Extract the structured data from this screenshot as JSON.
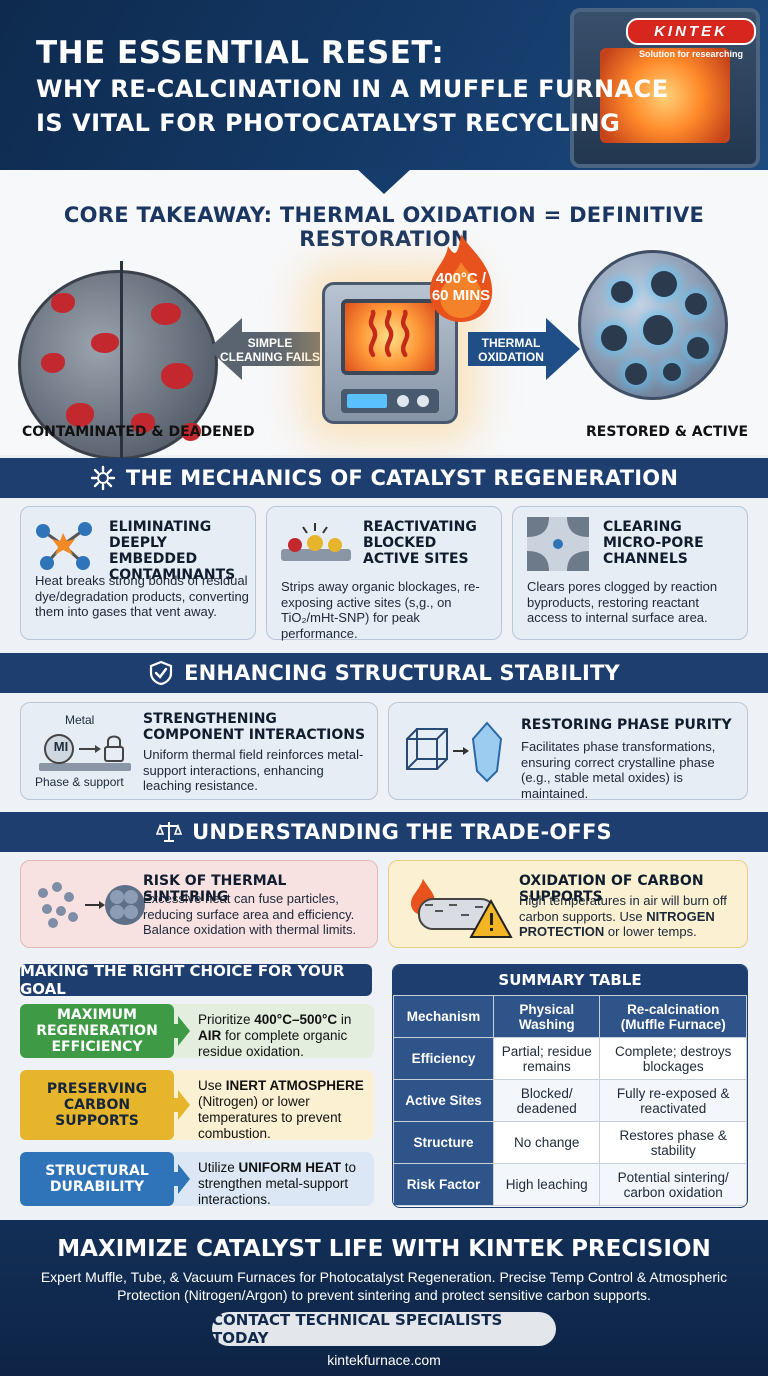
{
  "header": {
    "title_line1": "THE ESSENTIAL RESET:",
    "title_line2": "WHY RE-CALCINATION IN A MUFFLE FURNACE",
    "title_line3": "IS VITAL FOR PHOTOCATALYST RECYCLING",
    "brand_logo": "KINTEK",
    "brand_tagline": "Solution for researching"
  },
  "core": {
    "title": "CORE TAKEAWAY: THERMAL OXIDATION = DEFINITIVE RESTORATION",
    "left_caption": "CONTAMINATED & DEADENED",
    "right_caption": "RESTORED & ACTIVE",
    "left_arrow_label": [
      "SIMPLE",
      "CLEANING FAILS"
    ],
    "right_arrow_label": [
      "THERMAL",
      "OXIDATION"
    ],
    "flame_label": [
      "400°C /",
      "60 MINS"
    ]
  },
  "mechanics": {
    "title": "THE MECHANICS OF CATALYST REGENERATION",
    "cards": [
      {
        "title": "ELIMINATING DEEPLY EMBEDDED CONTAMINANTS",
        "body": "Heat breaks strong bonds of residual dye/degradation products, converting them into gases that vent away."
      },
      {
        "title": "REACTIVATING BLOCKED ACTIVE SITES",
        "body": "Strips away organic blockages, re-exposing active sites (s,g., on TiO₂/mHt-SNP) for peak performance."
      },
      {
        "title": "CLEARING MICRO-PORE CHANNELS",
        "body": "Clears pores clogged by reaction byproducts, restoring reactant access to internal surface area."
      }
    ]
  },
  "stability": {
    "title": "ENHANCING STRUCTURAL STABILITY",
    "icon_label_top": "Metal",
    "icon_label_mid": "MI",
    "icon_label_bottom": "Phase & support",
    "cards": [
      {
        "title": "STRENGTHENING COMPONENT INTERACTIONS",
        "body": "Uniform thermal field reinforces metal-support interactions, enhancing leaching resistance."
      },
      {
        "title": "RESTORING PHASE PURITY",
        "body": "Facilitates phase transformations, ensuring correct crystalline phase (e.g., stable metal oxides) is maintained."
      }
    ]
  },
  "tradeoffs": {
    "title": "UNDERSTANDING THE TRADE-OFFS",
    "cards": [
      {
        "title": "RISK OF THERMAL SINTERING",
        "body": "Excessive heat can fuse particles, reducing surface area and efficiency. Balance oxidation with thermal limits."
      },
      {
        "title": "OXIDATION OF CARBON SUPPORTS",
        "body_pre": "High temperatures in air will burn off carbon supports. Use ",
        "body_bold": "NITROGEN PROTECTION",
        "body_post": " or lower temps."
      }
    ]
  },
  "goals": {
    "title": "MAKING THE RIGHT CHOICE FOR YOUR GOAL",
    "items": [
      {
        "label": "MAXIMUM REGENERATION EFFICIENCY",
        "pre": "Prioritize ",
        "bold1": "400°C–500°C",
        "mid": " in ",
        "bold2": "AIR",
        "post": " for complete organic residue oxidation."
      },
      {
        "label": "PRESERVING CARBON SUPPORTS",
        "pre": "Use ",
        "bold1": "INERT ATMOSPHERE",
        "mid": " (Nitrogen) or lower temperatures to prevent combustion.",
        "bold2": "",
        "post": ""
      },
      {
        "label": "STRUCTURAL DURABILITY",
        "pre": "Utilize ",
        "bold1": "UNIFORM HEAT",
        "mid": " to strengthen metal-support interactions.",
        "bold2": "",
        "post": ""
      }
    ]
  },
  "summary": {
    "title": "SUMMARY TABLE",
    "headers": [
      "Mechanism",
      "Physical Washing",
      "Re-calcination (Muffle Furnace)"
    ],
    "rows": [
      [
        "Efficiency",
        "Partial; residue remains",
        "Complete; destroys blockages"
      ],
      [
        "Active Sites",
        "Blocked/ deadened",
        "Fully re-exposed & reactivated"
      ],
      [
        "Structure",
        "No change",
        "Restores phase & stability"
      ],
      [
        "Risk Factor",
        "High leaching",
        "Potential sintering/ carbon oxidation"
      ]
    ]
  },
  "footer": {
    "title": "MAXIMIZE CATALYST LIFE WITH KINTEK PRECISION",
    "subtitle": "Expert Muffle, Tube, & Vacuum Furnaces for Photocatalyst Regeneration. Precise Temp Control & Atmospheric Protection (Nitrogen/Argon) to prevent sintering and protect sensitive carbon supports.",
    "cta": "CONTACT TECHNICAL SPECIALISTS TODAY",
    "url": "kintekfurnace.com"
  },
  "colors": {
    "navy": "#1d3e6e",
    "green": "#3f9a45",
    "amber": "#e6b52c",
    "blue": "#2f74b8",
    "red": "#c3282e"
  }
}
